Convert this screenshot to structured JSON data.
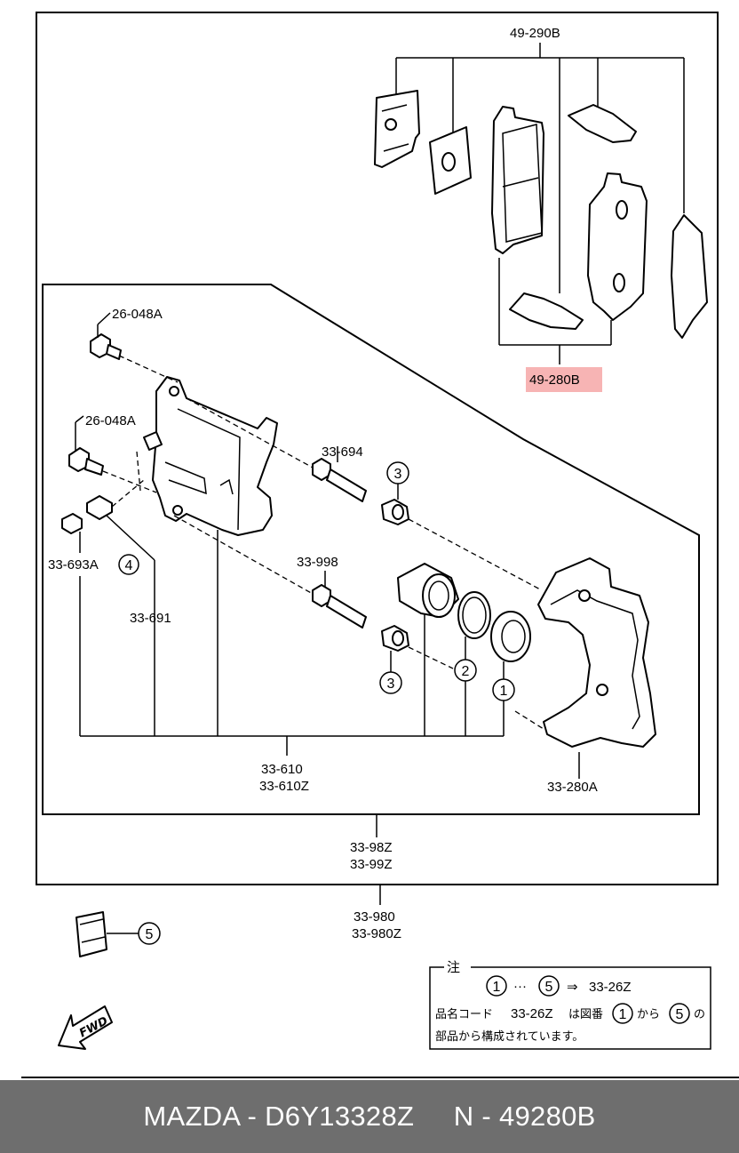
{
  "labels": {
    "pad_kit_top": "49-290B",
    "pad_set_highlight": "49-280B",
    "bolt_upper": "26-048A",
    "bolt_lower": "26-048A",
    "pin_upper": "33-694",
    "pin_lower": "33-998",
    "bleeder": "33-693A",
    "bracket_bolt": "33-691",
    "caliper_assy_1": "33-610",
    "caliper_assy_2": "33-610Z",
    "mount_bracket": "33-280A",
    "caliper_full_1": "33-98Z",
    "caliper_full_2": "33-99Z",
    "caliper_total_1": "33-980",
    "caliper_total_2": "33-980Z",
    "fwd": "FWD"
  },
  "circled_refs": {
    "ref1": "1",
    "ref2": "2",
    "ref3a": "3",
    "ref3b": "3",
    "ref4": "4",
    "ref5": "5"
  },
  "note": {
    "title": "注",
    "from": "1",
    "dots": "···",
    "to": "5",
    "arrow": "⇒",
    "kit": "33-26Z",
    "line2_a": "品名コード",
    "line2_code": "33-26Z",
    "line2_b": "は図番",
    "line2_from": "1",
    "line2_c": "から",
    "line2_to": "5",
    "line2_d": "の",
    "line3": "部品から構成されています。"
  },
  "footer": {
    "text": "MAZDA - D6Y13328Z     N - 49280B"
  },
  "colors": {
    "highlight": "#f7b4b4",
    "footer_bg": "#6e6e6e",
    "footer_text": "#ffffff"
  }
}
